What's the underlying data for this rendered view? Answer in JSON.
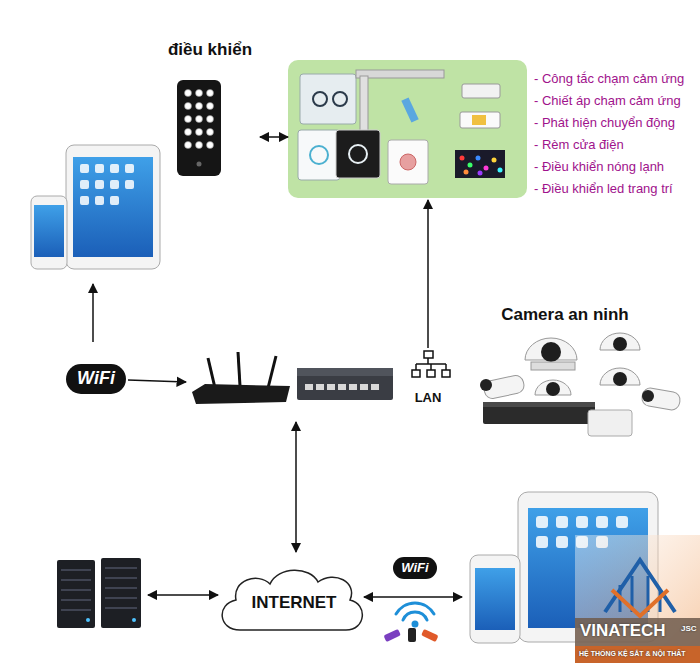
{
  "diagram": {
    "nodes": [
      {
        "text": [
          "điều khiển"
        ]
      },
      {
        "text": [
          "- Công tắc chạm cảm ứng",
          "- Chiết áp chạm cảm ứng",
          "- Phát hiện chuyển động",
          "- Rèm cửa điện",
          "- Điều khiển nóng lạnh",
          "- Điều khiển led trang trí"
        ]
      },
      {
        "text": [
          "Camera an ninh"
        ]
      },
      {
        "text": [
          "WiFi"
        ]
      },
      {
        "text": [
          "LAN"
        ]
      },
      {
        "text": [
          "WiFi"
        ]
      },
      {
        "text": [
          "INTERNET"
        ]
      }
    ],
    "edges": [
      {
        "from": 0,
        "to": 1,
        "arrow": "both"
      },
      {
        "from": 4,
        "to": 1,
        "arrow": "to"
      }
    ],
    "labels": [
      "VINATECH",
      "JSC",
      "HỆ THỐNG KỆ SẮT & NỘI THẤT"
    ]
  }
}
